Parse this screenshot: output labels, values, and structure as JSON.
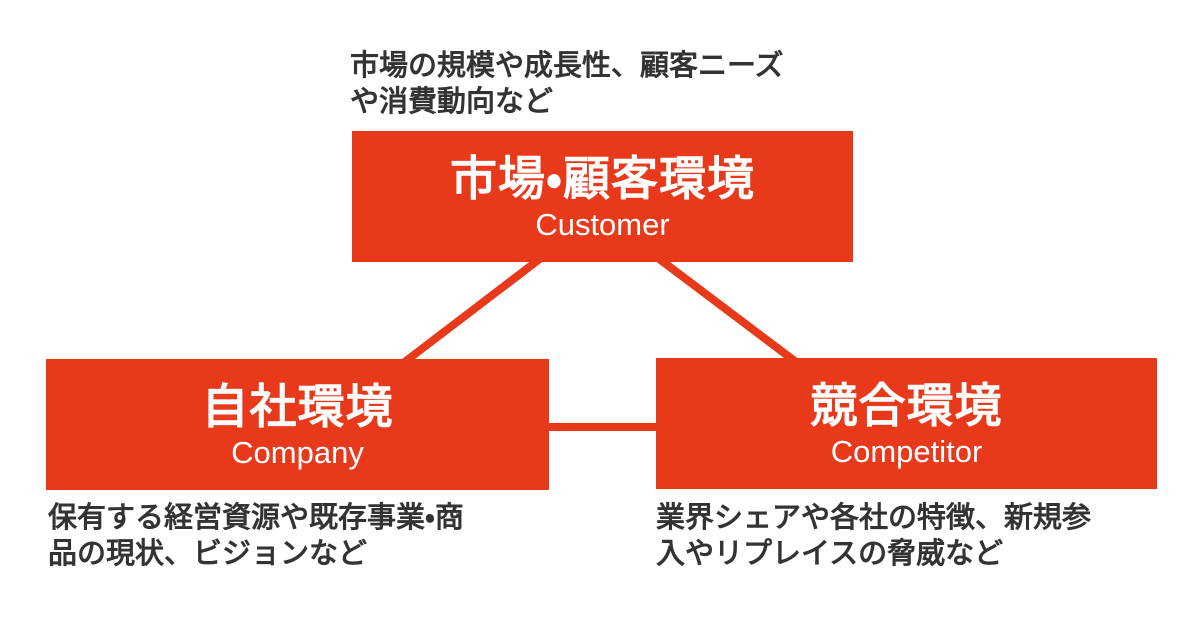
{
  "colors": {
    "accent_red": "#e8391b",
    "text_dark": "#333333",
    "box_text": "#ffffff",
    "background": "#ffffff"
  },
  "diagram": {
    "customer": {
      "title": "市場・顧客環境",
      "subtitle": "Customer",
      "annotation_lines": [
        "市場の規模や成長性、顧客ニーズ",
        "や消費動向など"
      ]
    },
    "company": {
      "title": "自社環境",
      "subtitle": "Company",
      "annotation_lines": [
        "保有する経営資源や既存事業・商",
        "品の現状、ビジョンなど"
      ]
    },
    "competitor": {
      "title": "競合環境",
      "subtitle": "Competitor",
      "annotation_lines": [
        "業界シェアや各社の特徴、新規参",
        "入やリプレイスの脅威など"
      ]
    }
  }
}
